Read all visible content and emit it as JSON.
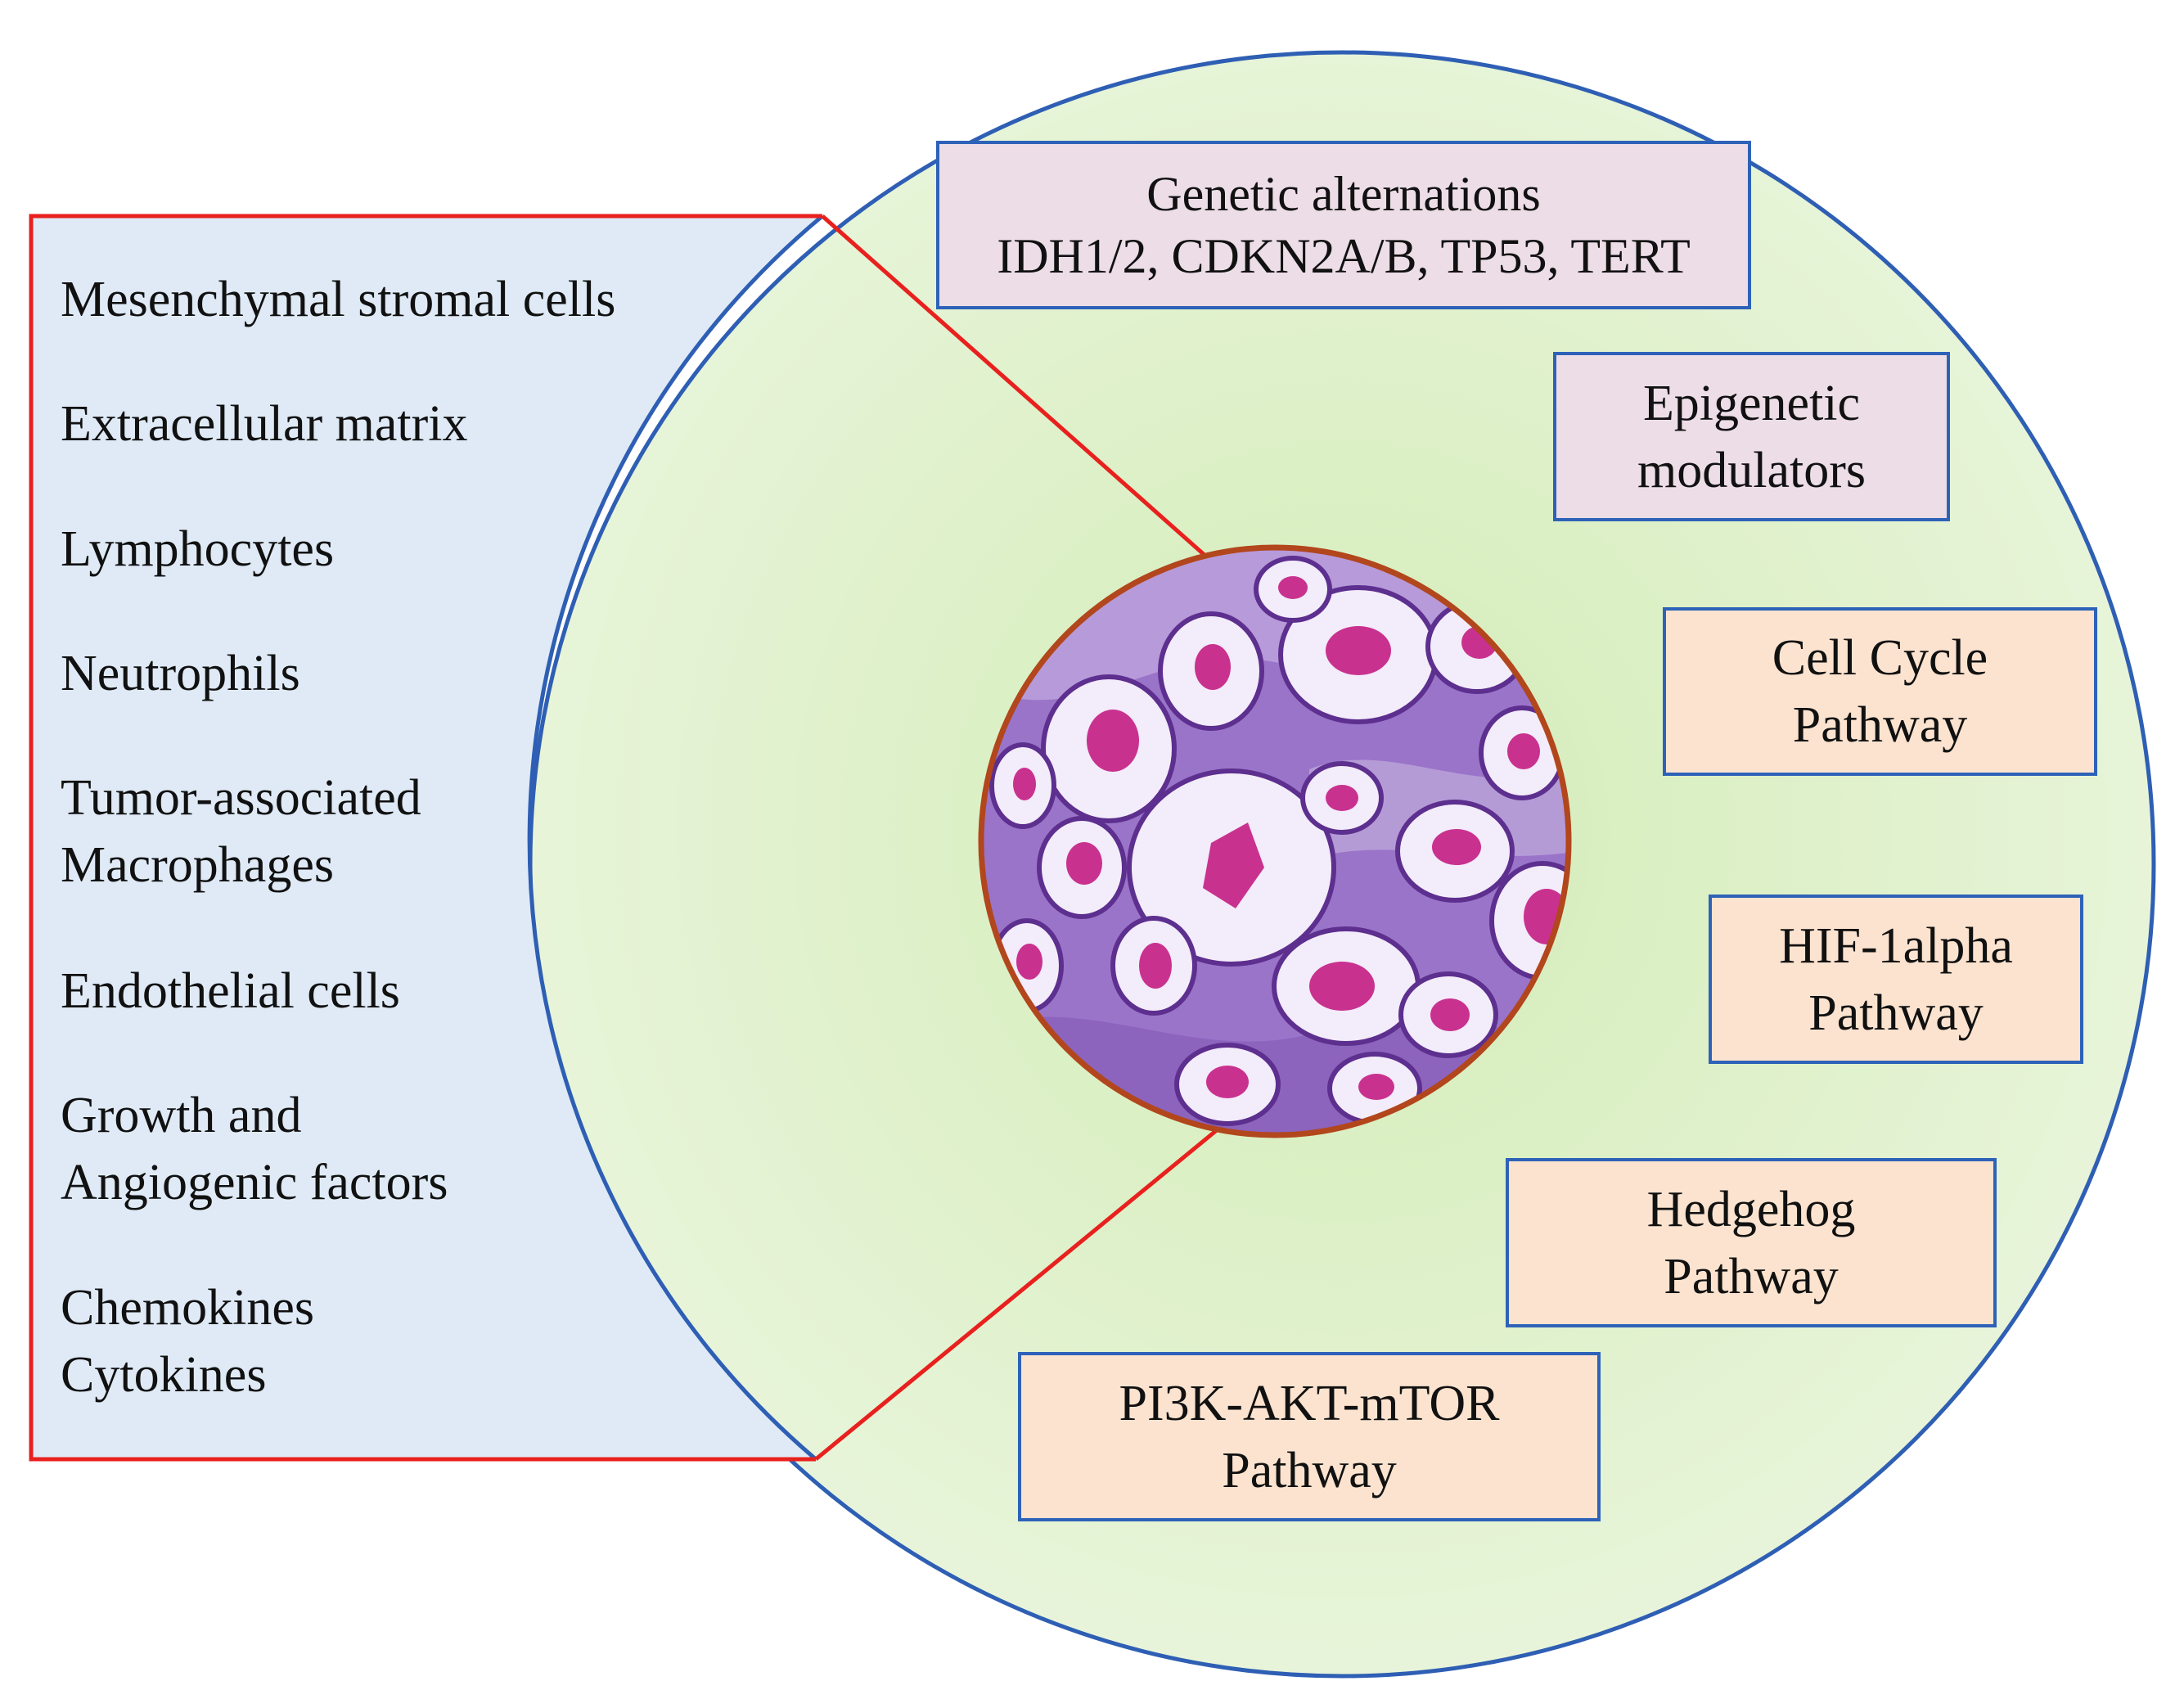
{
  "colors": {
    "left_panel_fill": "#dfeaf6",
    "left_panel_border": "#e8211e",
    "outer_circle_border": "#2e5fb4",
    "outer_circle_fill": "#e6f4d6",
    "histology_border": "#b2461c",
    "lilac_box_fill": "#ecdde6",
    "peach_box_fill": "#fbe3cf",
    "box_border": "#2e62b8"
  },
  "microenvironment": {
    "items": [
      {
        "lines": [
          "Mesenchymal stromal cells"
        ]
      },
      {
        "lines": [
          "Extracellular matrix"
        ]
      },
      {
        "lines": [
          "Lymphocytes"
        ]
      },
      {
        "lines": [
          "Neutrophils"
        ]
      },
      {
        "lines": [
          "Tumor-associated",
          "Macrophages"
        ]
      },
      {
        "lines": [
          "Endothelial cells"
        ]
      },
      {
        "lines": [
          "Growth and",
          "Angiogenic factors"
        ]
      },
      {
        "lines": [
          "Chemokines",
          "Cytokines"
        ]
      }
    ]
  },
  "center_image": {
    "icon": "histology-micrograph"
  },
  "tumor_factors": [
    {
      "lines": [
        "Genetic alternations",
        "IDH1/2, CDKN2A/B, TP53, TERT"
      ],
      "style": "lilac"
    },
    {
      "lines": [
        "Epigenetic",
        "modulators"
      ],
      "style": "lilac"
    },
    {
      "lines": [
        "Cell Cycle",
        "Pathway"
      ],
      "style": "peach"
    },
    {
      "lines": [
        "HIF-1alpha",
        "Pathway"
      ],
      "style": "peach"
    },
    {
      "lines": [
        "Hedgehog",
        "Pathway"
      ],
      "style": "peach"
    },
    {
      "lines": [
        "PI3K-AKT-mTOR",
        "Pathway"
      ],
      "style": "peach"
    }
  ]
}
